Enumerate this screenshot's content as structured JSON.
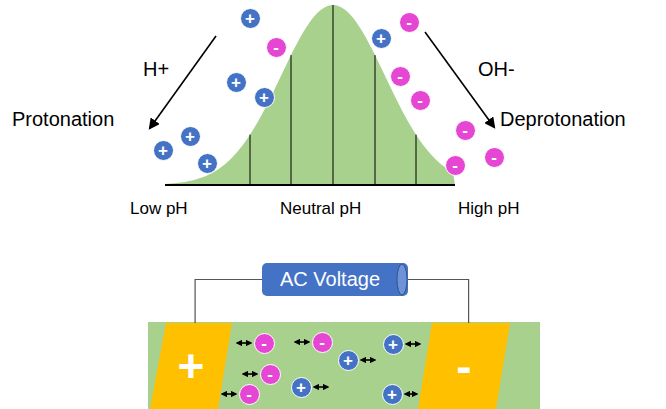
{
  "diagram": {
    "nodes": [
      {
        "text": [
          "+"
        ]
      },
      {
        "text": [
          "-"
        ]
      },
      {
        "text": [
          "+"
        ]
      },
      {
        "text": [
          "+"
        ]
      },
      {
        "text": [
          "+"
        ]
      },
      {
        "text": [
          "+"
        ]
      },
      {
        "text": [
          "+"
        ]
      },
      {
        "text": [
          "-"
        ]
      },
      {
        "text": [
          "+"
        ]
      },
      {
        "text": [
          "-"
        ]
      },
      {
        "text": [
          "-"
        ]
      },
      {
        "text": [
          "-"
        ]
      },
      {
        "text": [
          "-"
        ]
      },
      {
        "text": [
          "-"
        ]
      },
      {
        "text": [
          "AC Voltage"
        ]
      },
      {
        "text": [
          "+"
        ]
      },
      {
        "text": [
          "-"
        ]
      },
      {
        "text": [
          "-"
        ]
      },
      {
        "text": [
          "-"
        ]
      },
      {
        "text": [
          "+"
        ]
      },
      {
        "text": [
          "+"
        ]
      },
      {
        "text": [
          "-"
        ]
      },
      {
        "text": [
          "-"
        ]
      },
      {
        "text": [
          "+"
        ]
      },
      {
        "text": [
          "+"
        ]
      }
    ],
    "edges": [
      {
        "from": 14,
        "to": 15,
        "arrow": "none"
      },
      {
        "from": 14,
        "to": 16,
        "arrow": "none"
      }
    ],
    "labels": [
      "H+",
      "Protonation",
      "OH-",
      "Deprotonation",
      "Low pH",
      "Neutral pH",
      "High pH"
    ]
  }
}
